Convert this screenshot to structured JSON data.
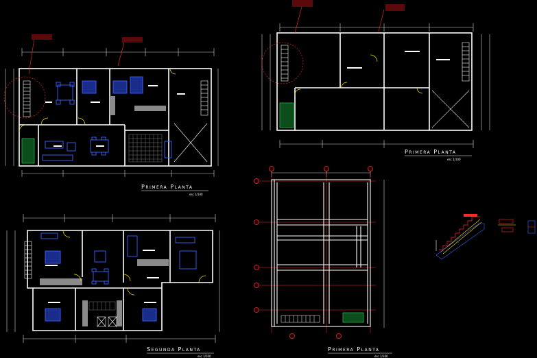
{
  "plans": {
    "plan_top_left": {
      "title": "Primera Planta",
      "scale": "esc 1/100"
    },
    "plan_top_right": {
      "title": "Primera Planta",
      "scale": "esc 1/100"
    },
    "plan_bottom_left": {
      "title": "Segunda Planta",
      "scale": "esc 1/100"
    },
    "plan_structure": {
      "title": "Primera Planta",
      "scale": "esc 1/100"
    }
  },
  "colors": {
    "background": "#000000",
    "wall": "#ffffff",
    "dimension": "#d8d8d8",
    "furniture": "#3b63ff",
    "grid_axis": "#ff2a2a",
    "planter": "#2bb34a",
    "accent_door": "#ffea00",
    "hatch": "#9a9a9a"
  }
}
